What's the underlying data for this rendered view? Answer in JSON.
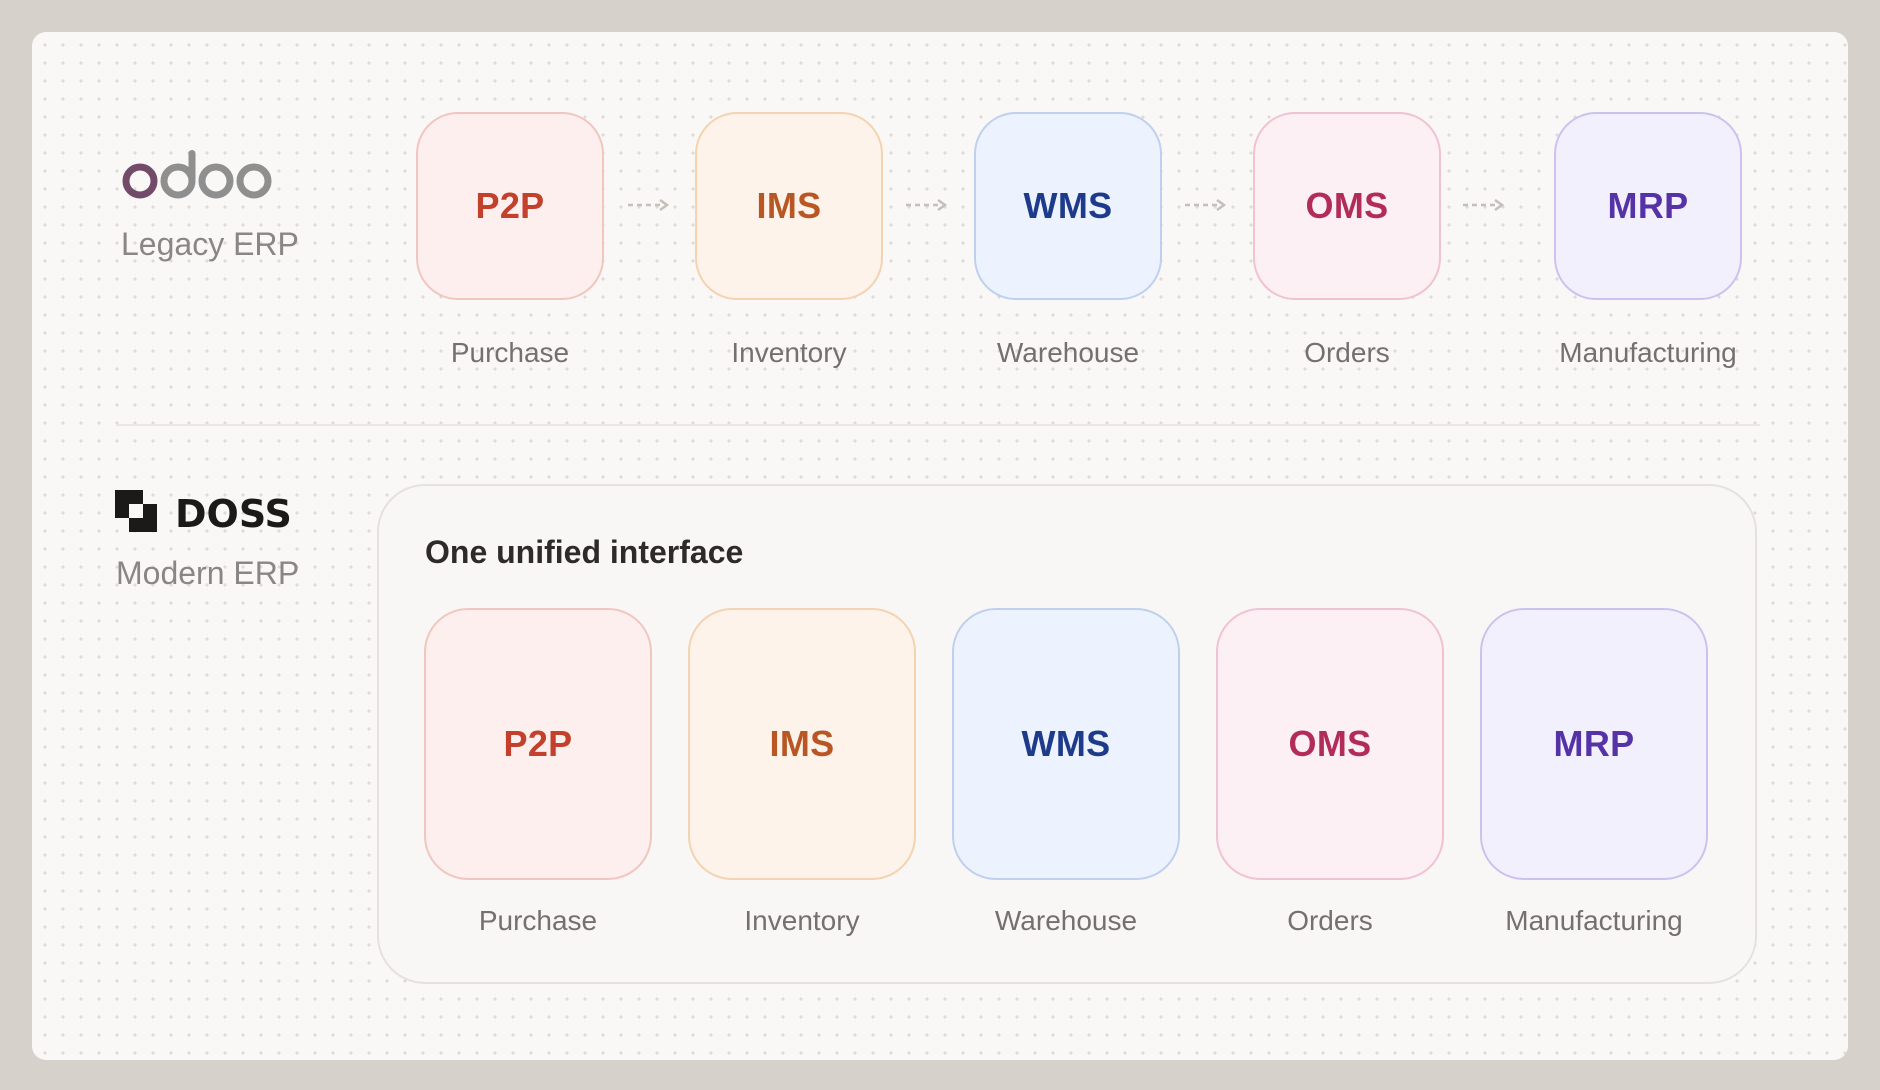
{
  "legacy": {
    "logo_text": "odoo",
    "subtitle": "Legacy ERP",
    "modules": [
      {
        "code": "P2P",
        "label": "Purchase"
      },
      {
        "code": "IMS",
        "label": "Inventory"
      },
      {
        "code": "WMS",
        "label": "Warehouse"
      },
      {
        "code": "OMS",
        "label": "Orders"
      },
      {
        "code": "MRP",
        "label": "Manufacturing"
      }
    ]
  },
  "modern": {
    "logo_text": "DOSS",
    "subtitle": "Modern ERP",
    "panel_title": "One unified interface",
    "modules": [
      {
        "code": "P2P",
        "label": "Purchase"
      },
      {
        "code": "IMS",
        "label": "Inventory"
      },
      {
        "code": "WMS",
        "label": "Warehouse"
      },
      {
        "code": "OMS",
        "label": "Orders"
      },
      {
        "code": "MRP",
        "label": "Manufacturing"
      }
    ]
  },
  "colors": {
    "odoo_purple": "#714b67",
    "odoo_grey": "#8f8f8f",
    "p2p": "#c2402c",
    "ims": "#b85724",
    "wms": "#1e3a8a",
    "oms": "#b22c5a",
    "mrp": "#5532a6"
  }
}
